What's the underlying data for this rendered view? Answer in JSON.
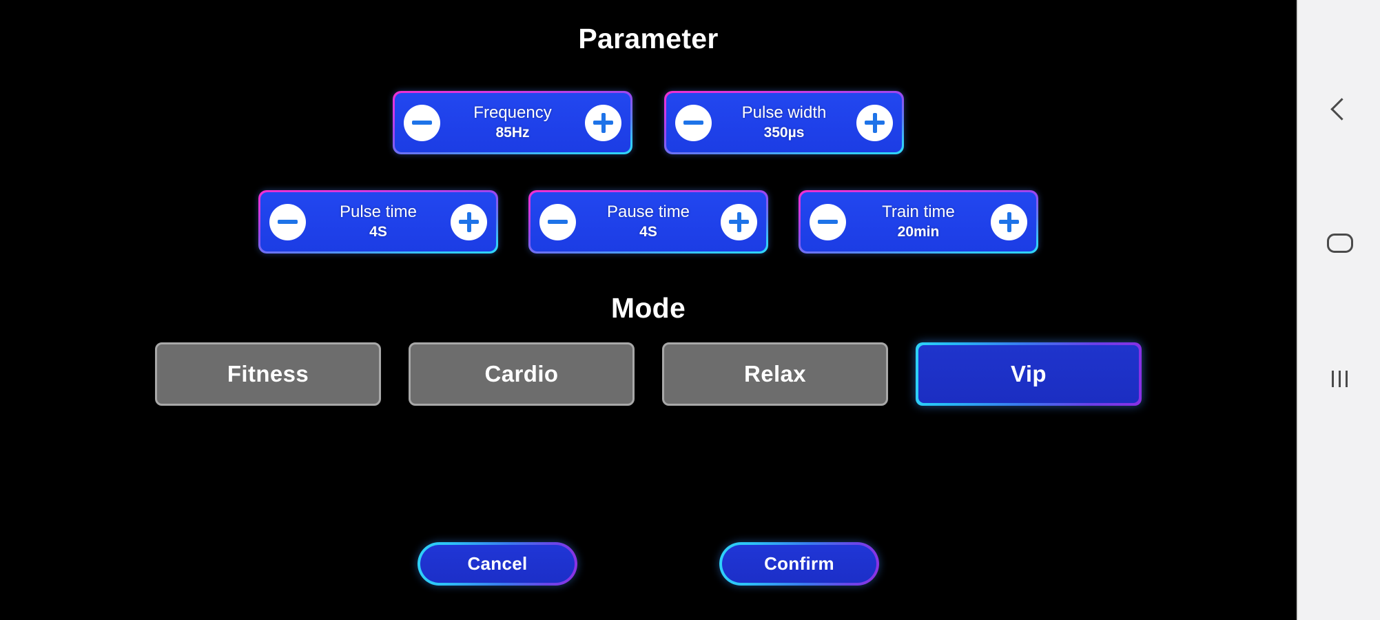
{
  "sections": {
    "parameter_title": "Parameter",
    "mode_title": "Mode"
  },
  "parameters": {
    "row1": [
      {
        "name": "frequency",
        "label": "Frequency",
        "value": "85Hz",
        "decrement_icon": "minus-circle-icon",
        "increment_icon": "plus-circle-icon"
      },
      {
        "name": "pulse-width",
        "label": "Pulse width",
        "value": "350µs",
        "decrement_icon": "minus-circle-icon",
        "increment_icon": "plus-circle-icon"
      }
    ],
    "row2": [
      {
        "name": "pulse-time",
        "label": "Pulse time",
        "value": "4S",
        "decrement_icon": "minus-circle-icon",
        "increment_icon": "plus-circle-icon"
      },
      {
        "name": "pause-time",
        "label": "Pause time",
        "value": "4S",
        "decrement_icon": "minus-circle-icon",
        "increment_icon": "plus-circle-icon"
      },
      {
        "name": "train-time",
        "label": "Train time",
        "value": "20min",
        "decrement_icon": "minus-circle-icon",
        "increment_icon": "plus-circle-icon"
      }
    ]
  },
  "modes": [
    {
      "name": "fitness",
      "label": "Fitness",
      "selected": false
    },
    {
      "name": "cardio",
      "label": "Cardio",
      "selected": false
    },
    {
      "name": "relax",
      "label": "Relax",
      "selected": false
    },
    {
      "name": "vip",
      "label": "Vip",
      "selected": true
    }
  ],
  "footer": {
    "cancel_label": "Cancel",
    "confirm_label": "Confirm"
  },
  "navbar": {
    "back_icon": "chevron-left-icon",
    "home_icon": "home-pill-icon",
    "recent_icon": "recent-apps-icon"
  },
  "colors": {
    "background": "#000000",
    "button_fill": "#2040e8",
    "selected_fill": "#1f34cc",
    "border_gradient_start": "#ef2fd0",
    "border_gradient_end": "#2fd6f8",
    "mode_unselected_fill": "#6d6d6d",
    "mode_unselected_border": "#a8a8a8",
    "navbar_background": "#f2f2f3",
    "text": "#ffffff"
  }
}
